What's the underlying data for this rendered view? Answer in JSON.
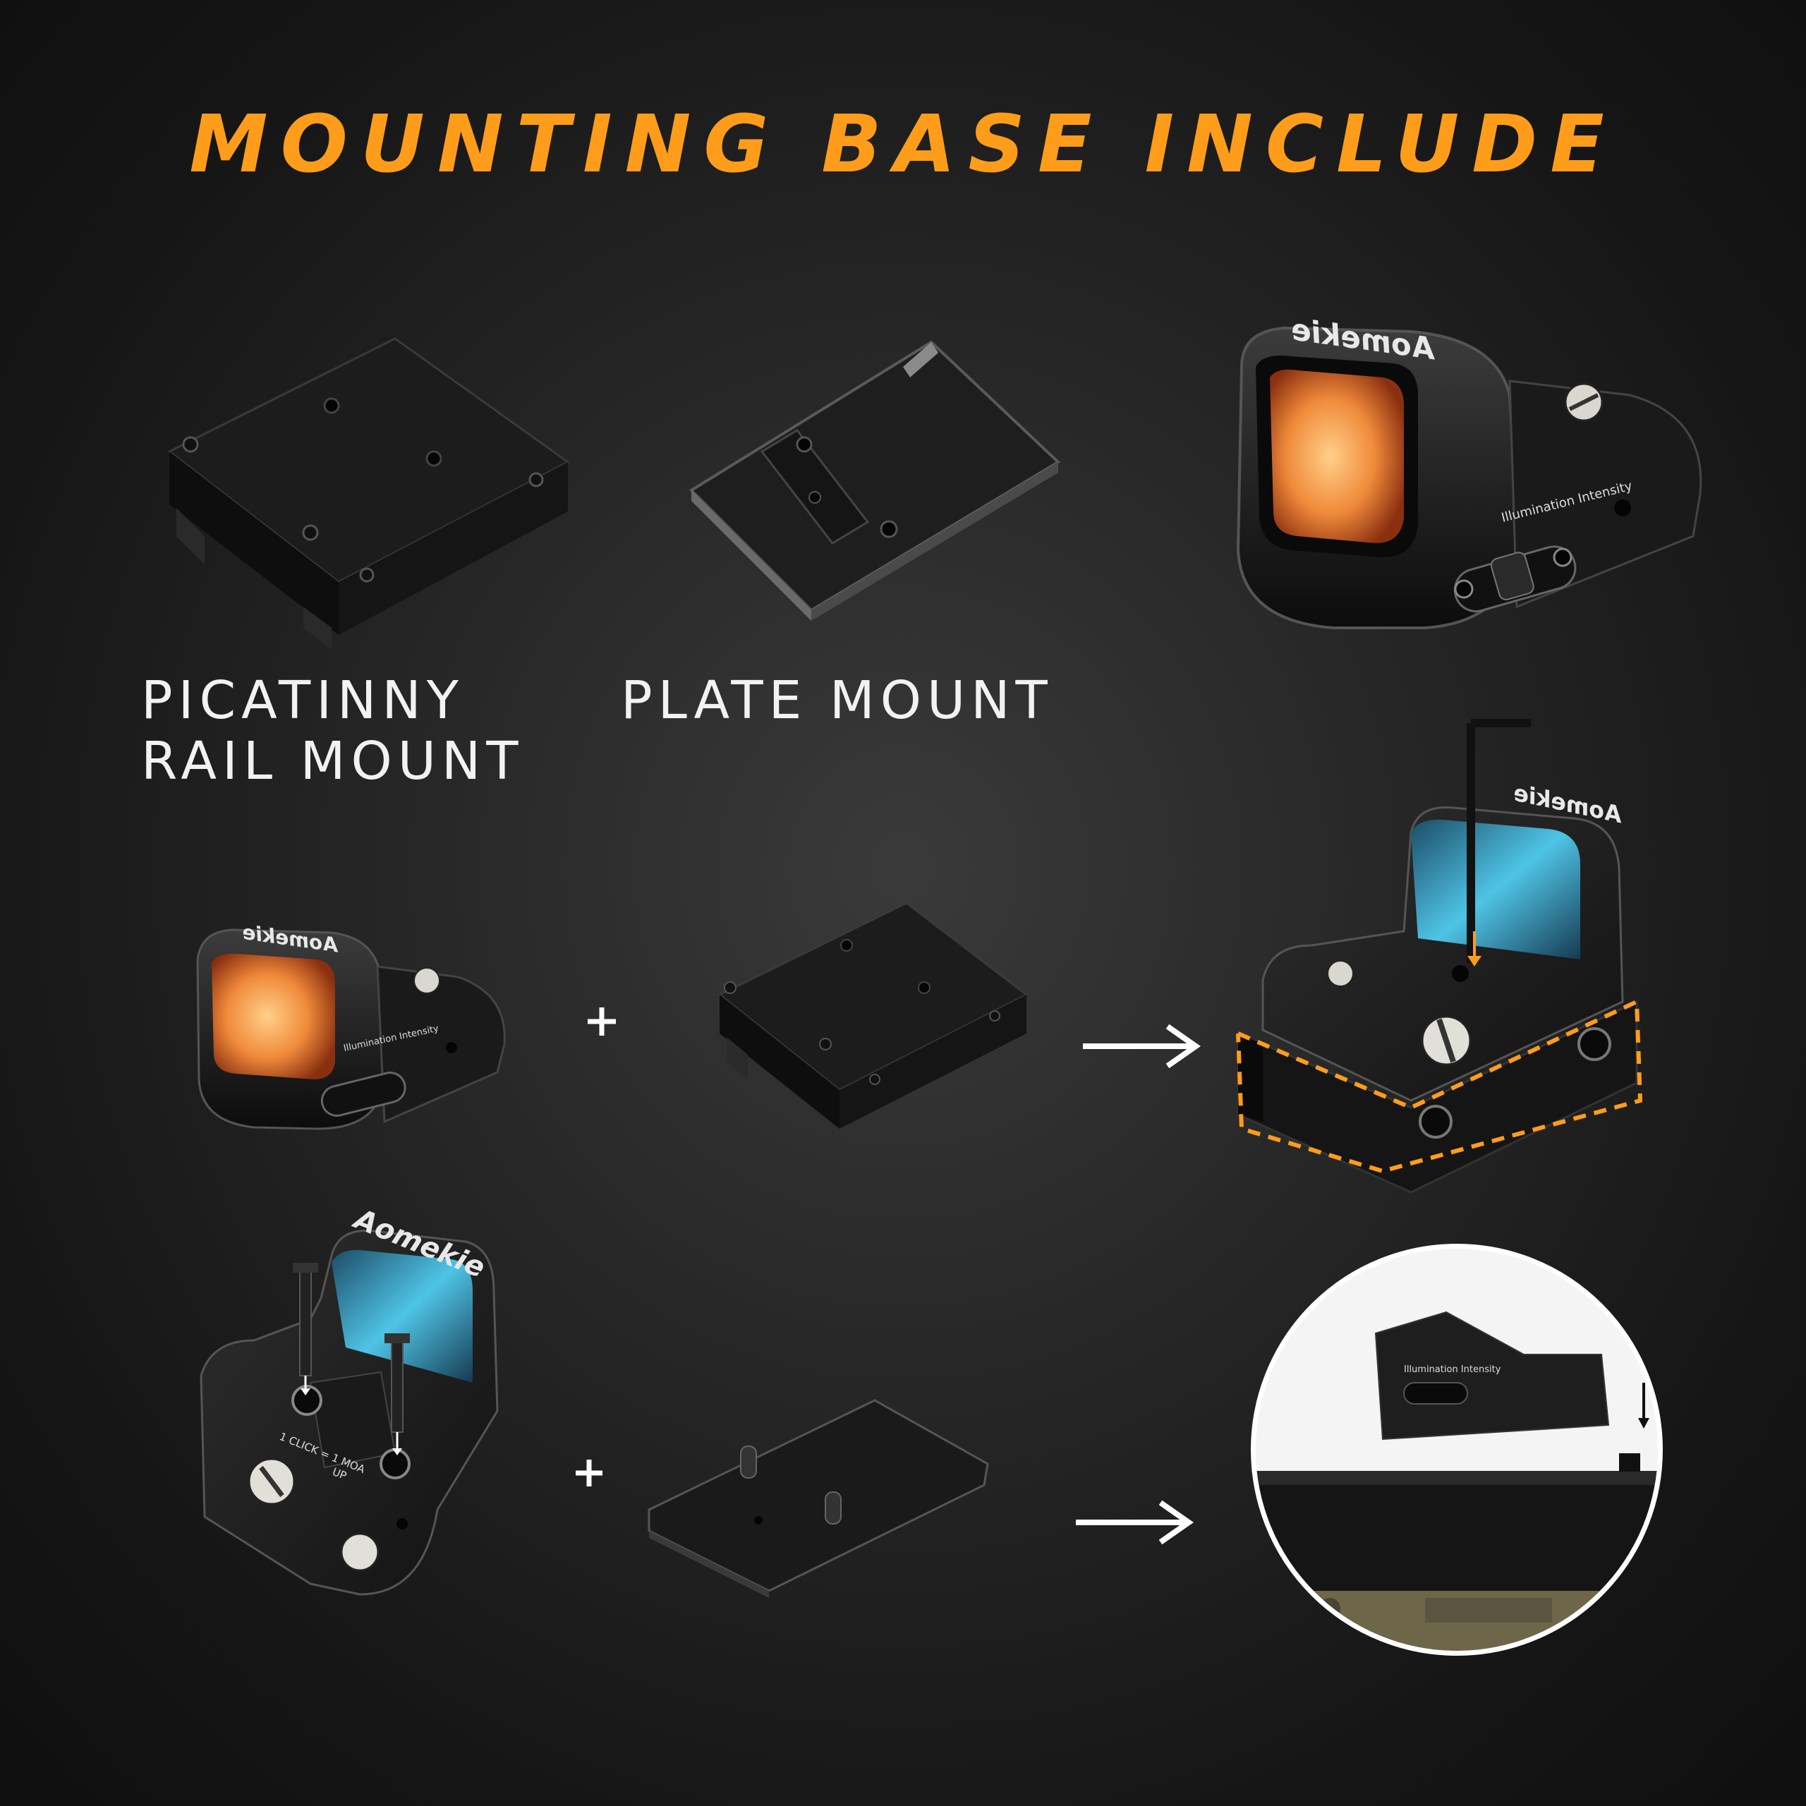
{
  "title": "MOUNTING BASE INCLUDE",
  "accent_color": "#ff9d1a",
  "labels": {
    "picatinny": "PICATINNY\nRAIL MOUNT",
    "plate": "PLATE MOUNT"
  },
  "sight": {
    "brand": "Aomekie",
    "illumination": "Illumination Intensity",
    "click": "1 CLICK = 1 MOA",
    "up": "UP"
  },
  "icons": {
    "plus": "plus-icon",
    "arrow": "arrow-right-icon",
    "down_arrow": "arrow-down-icon"
  }
}
